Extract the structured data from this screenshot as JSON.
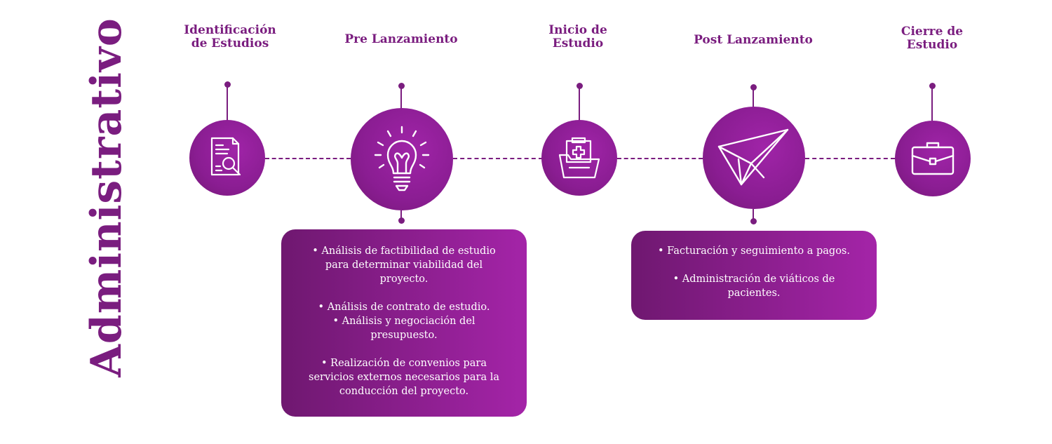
{
  "section_title": "Administrativo",
  "stages": {
    "s1": {
      "title_line1": "Identificación",
      "title_line2": "de Estudios",
      "icon": "document-search-icon"
    },
    "s2": {
      "title": "Pre Lanzamiento",
      "icon": "lightbulb-icon"
    },
    "s3": {
      "title_line1": "Inicio de",
      "title_line2": "Estudio",
      "icon": "medical-folder-icon"
    },
    "s4": {
      "title": "Post Lanzamiento",
      "icon": "paper-plane-icon"
    },
    "s5": {
      "title_line1": "Cierre de",
      "title_line2": "Estudio",
      "icon": "briefcase-icon"
    }
  },
  "pre_card": {
    "b1_l1": "• Análisis de factibilidad de estudio",
    "b1_l2": "para determinar viabilidad del",
    "b1_l3": "proyecto.",
    "b2_l1": "• Análisis de contrato de estudio.",
    "b3_l1": "• Análisis y negociación del",
    "b3_l2": "presupuesto.",
    "b4_l1": "• Realización de convenios para",
    "b4_l2": "servicios externos necesarios para la",
    "b4_l3": "conducción del proyecto."
  },
  "post_card": {
    "b1_l1": "• Facturación y seguimiento a pagos.",
    "b2_l1": "• Administración de viáticos de",
    "b2_l2": "pacientes."
  },
  "colors": {
    "primary": "#7a1d7f",
    "gradient_start": "#6f1870",
    "gradient_end": "#a424a8"
  }
}
